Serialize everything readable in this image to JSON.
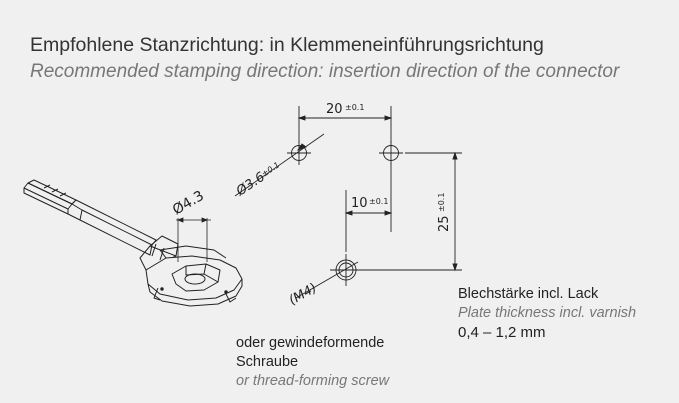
{
  "heading": {
    "german": "Empfohlene Stanzrichtung: in Klemmeneinführungsrichtung",
    "english": "Recommended stamping direction: insertion direction of the connector"
  },
  "dimensions": {
    "width": {
      "value": "20",
      "tolerance": "±0.1"
    },
    "offset": {
      "value": "10",
      "tolerance": "±0.1"
    },
    "height": {
      "value": "25",
      "tolerance": "±0.1"
    },
    "hole_diameter": {
      "value": "Ø3.6",
      "tolerance": "±0.1"
    },
    "connector_hole": {
      "value": "Ø4.3"
    },
    "thread": {
      "value": "(M4)"
    }
  },
  "plate_note": {
    "german": "Blechstärke incl. Lack",
    "english": "Plate thickness incl. varnish",
    "range": "0,4 – 1,2 mm"
  },
  "screw_note": {
    "german_line1": "oder gewindeformende",
    "german_line2": "Schraube",
    "english": "or thread-forming screw"
  },
  "colors": {
    "background": "#f0f0f0",
    "line": "#222222",
    "muted_text": "#777777"
  }
}
